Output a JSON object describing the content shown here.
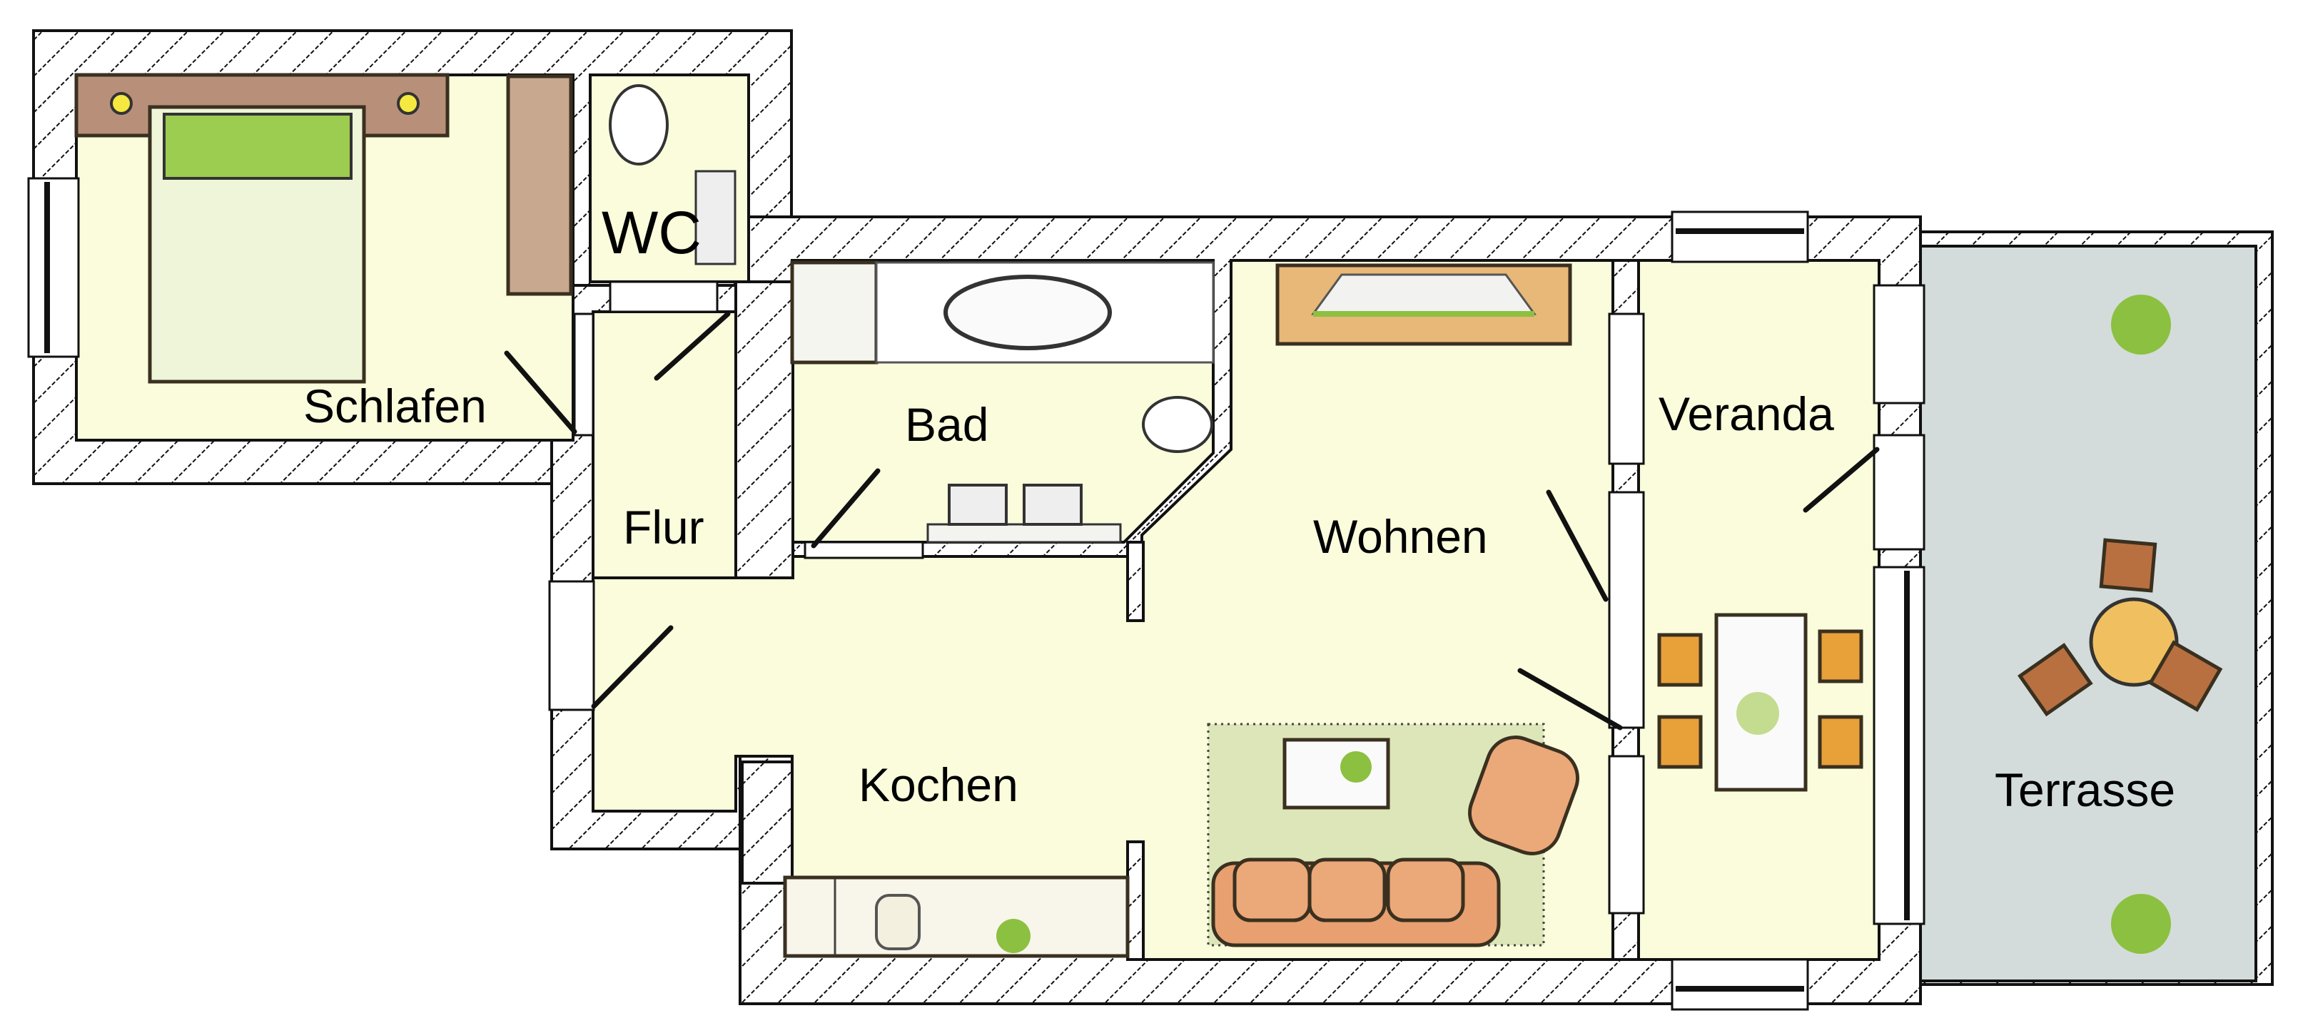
{
  "plan": {
    "title": "Floor plan",
    "rooms": [
      {
        "id": "schlafen",
        "label": "Schlafen"
      },
      {
        "id": "wc",
        "label": "WC"
      },
      {
        "id": "flur",
        "label": "Flur"
      },
      {
        "id": "bad",
        "label": "Bad"
      },
      {
        "id": "wohnen",
        "label": "Wohnen"
      },
      {
        "id": "kochen",
        "label": "Kochen"
      },
      {
        "id": "veranda",
        "label": "Veranda"
      },
      {
        "id": "terrasse",
        "label": "Terrasse"
      }
    ]
  },
  "colors": {
    "floor": "#fafcdc",
    "terrace": "#d3dcda",
    "wall_line": "#111111",
    "wood": "#b8907a",
    "sofa": "#e8a070",
    "chair": "#e8a038",
    "plant": "#8cc040",
    "rug": "#dde6b8"
  }
}
